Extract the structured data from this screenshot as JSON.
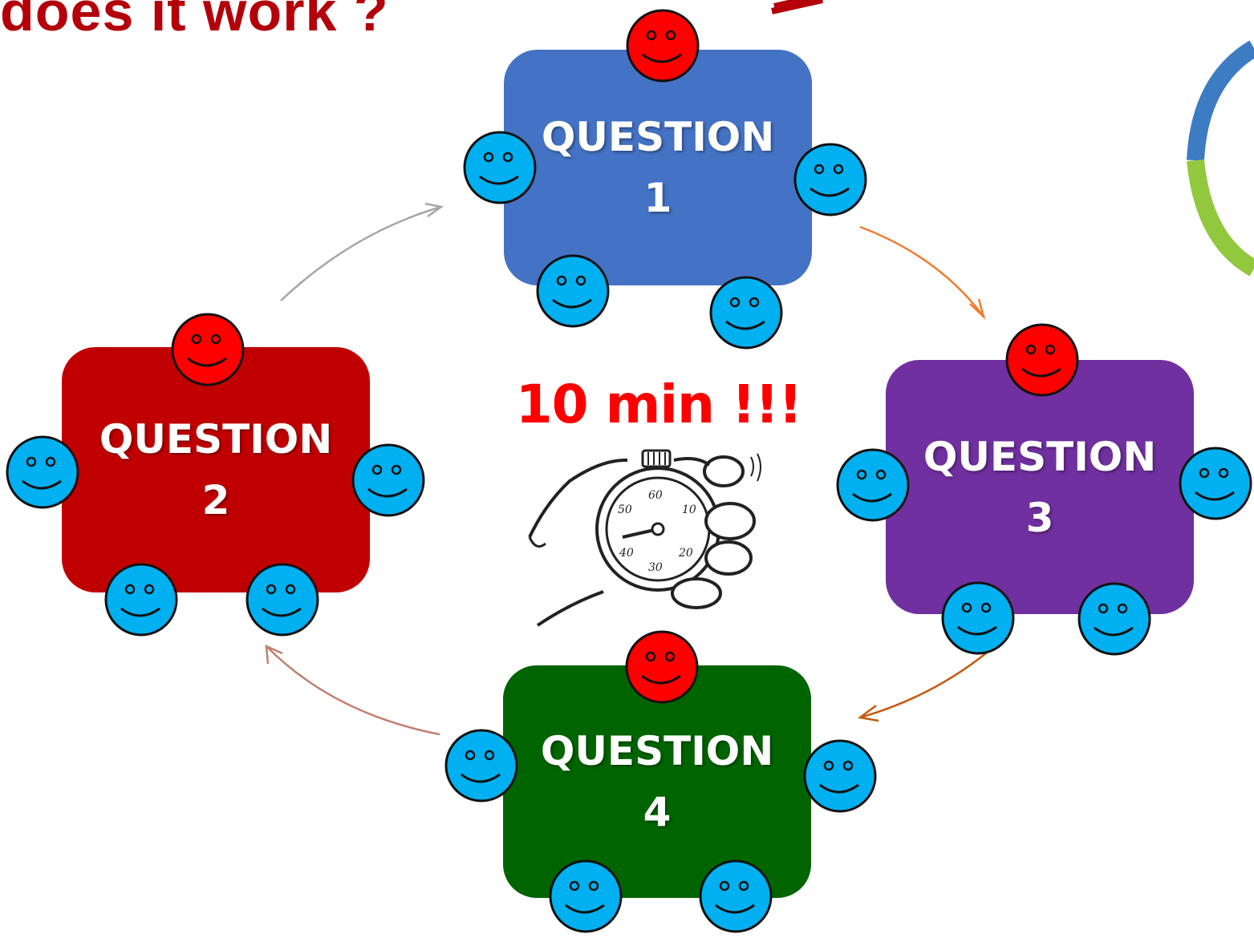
{
  "title": "does it work ?",
  "timer": {
    "label": "10 min !!!",
    "dial_numbers": [
      "60",
      "10",
      "20",
      "30",
      "40",
      "50"
    ]
  },
  "tables": [
    {
      "question": "QUESTION",
      "number": "1",
      "color": "#4472c4"
    },
    {
      "question": "QUESTION",
      "number": "2",
      "color": "#c00000"
    },
    {
      "question": "QUESTION",
      "number": "3",
      "color": "#7030a0"
    },
    {
      "question": "QUESTION",
      "number": "4",
      "color": "#006400"
    }
  ],
  "colors": {
    "title": "#b3000a",
    "host_face": "#ff0000",
    "member_face": "#00b0f0",
    "arrow_1_to_3": "#ed7d31",
    "arrow_3_to_4": "#c55a11",
    "arrow_4_to_2": "#c08070",
    "arrow_2_to_1": "#a6a6a6",
    "logo_blue": "#3d7cc2",
    "logo_green": "#92c83e"
  }
}
